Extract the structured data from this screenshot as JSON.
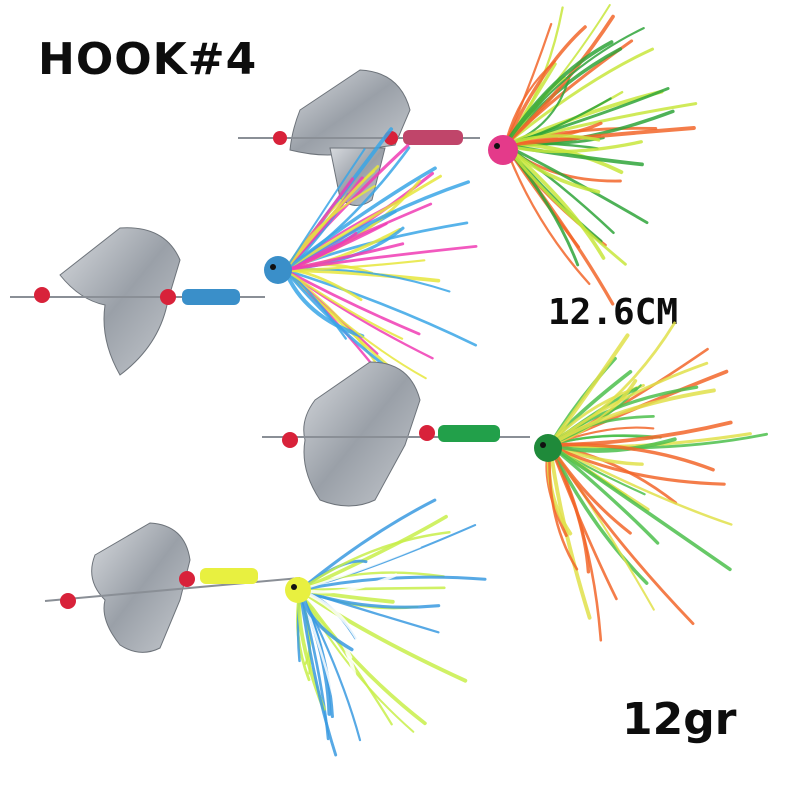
{
  "labels": {
    "hook": "HOOK#4",
    "length": "12.6CM",
    "weight": "12gr"
  },
  "lures": [
    {
      "name": "lure-pink-head",
      "head_color": "#e43a8a",
      "body_color": "#c0456a",
      "skirt_colors": [
        "#f2662a",
        "#2fa53a",
        "#c8e63c"
      ]
    },
    {
      "name": "lure-blue-head",
      "head_color": "#3a8fc9",
      "body_color": "#3a8fc9",
      "skirt_colors": [
        "#f03cb4",
        "#3aa6e6",
        "#e6e63c"
      ]
    },
    {
      "name": "lure-green-head",
      "head_color": "#1f8a3a",
      "body_color": "#22a04a",
      "skirt_colors": [
        "#f2662a",
        "#4cbf4c",
        "#e0e04a"
      ]
    },
    {
      "name": "lure-yellow-head",
      "head_color": "#e8f040",
      "body_color": "#e8f040",
      "skirt_colors": [
        "#c8ee4a",
        "#3a9ae0",
        "#ffffff"
      ]
    }
  ],
  "colors": {
    "background": "#ffffff",
    "blade": "#a8adb5",
    "bead": "#d8223a",
    "text": "#0d0d0d"
  }
}
